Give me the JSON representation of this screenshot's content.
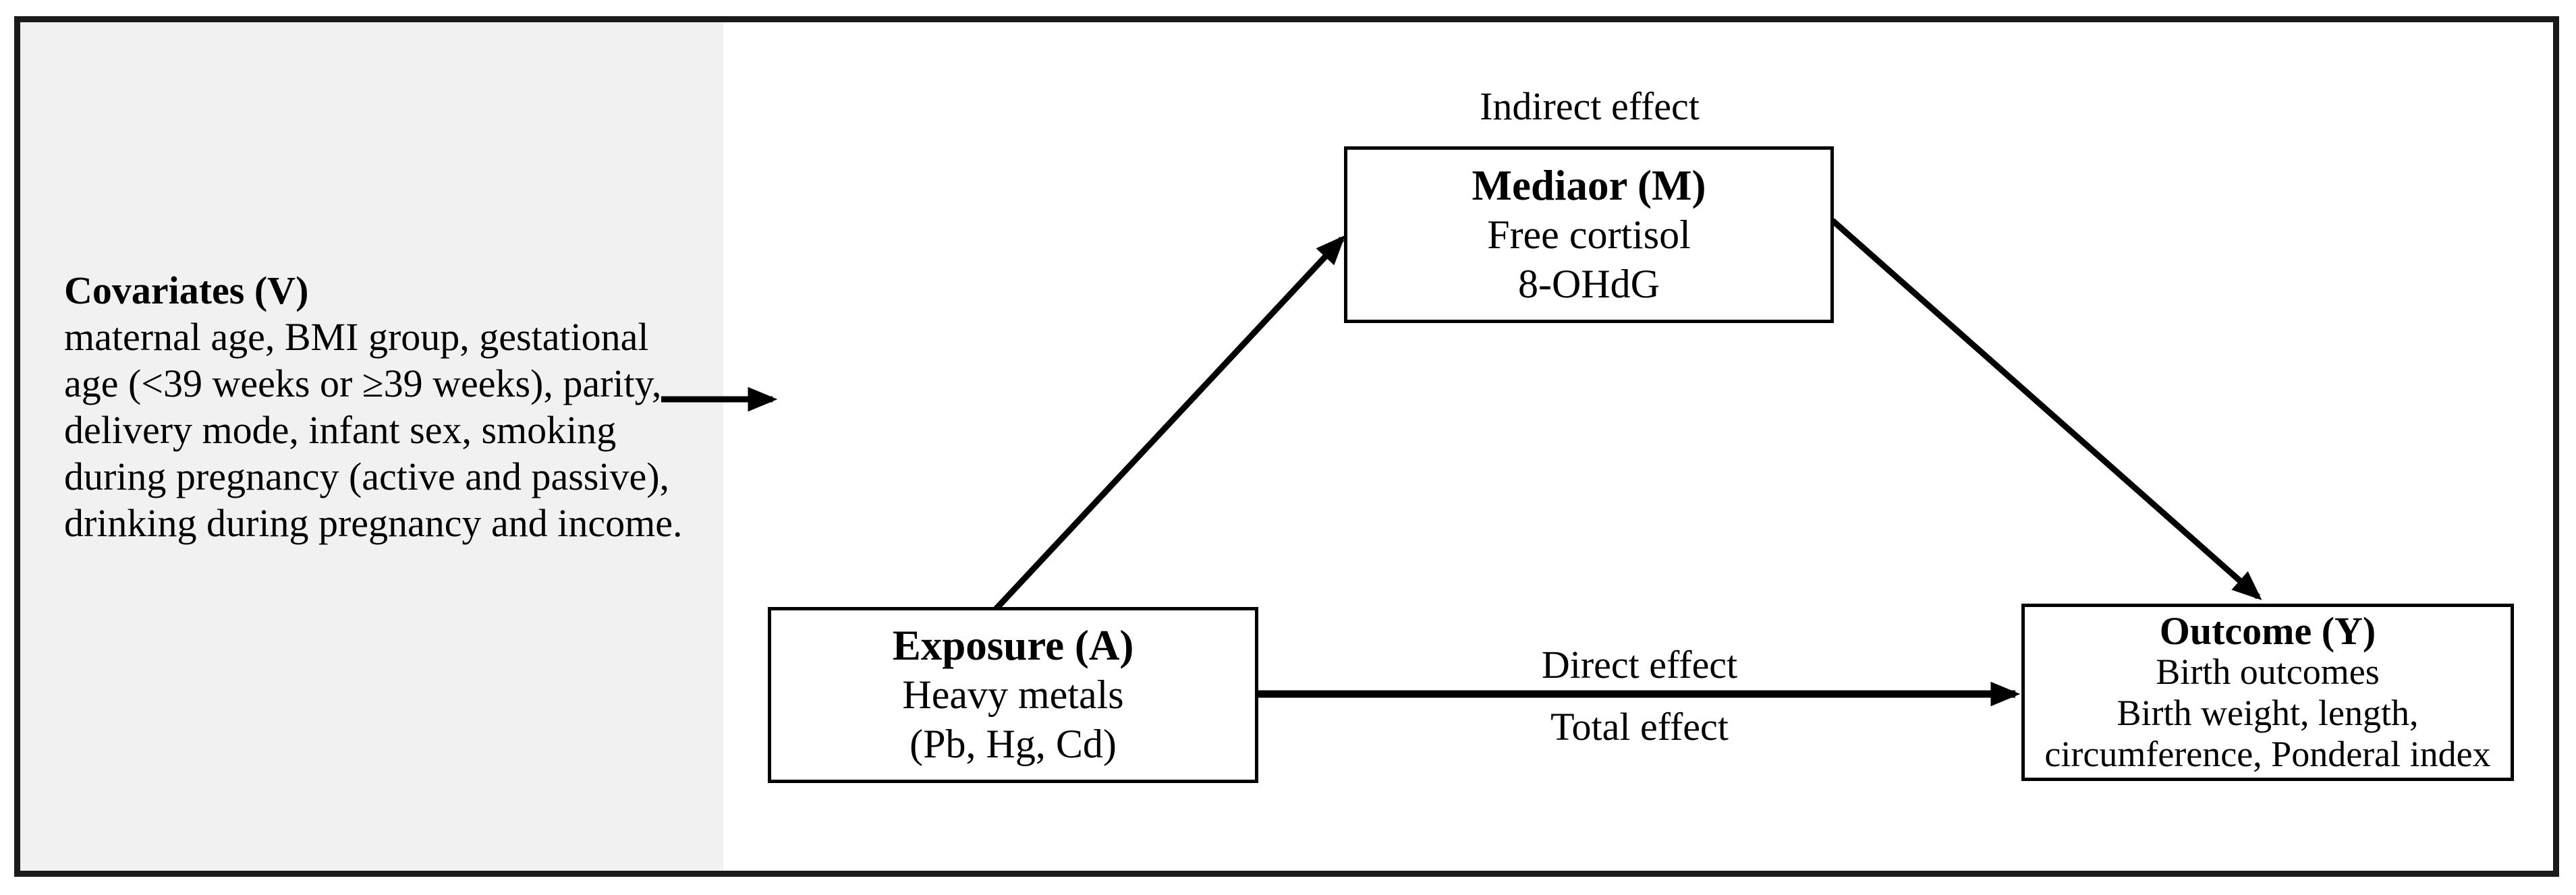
{
  "diagram": {
    "covariates": {
      "title": "Covariates (V)",
      "lines": [
        "maternal age, BMI group, gestational",
        "age (<39 weeks or ≥39 weeks), parity,",
        "delivery mode, infant sex, smoking",
        "during pregnancy (active and passive),",
        "drinking during pregnancy and income."
      ]
    },
    "mediator": {
      "title": "Mediaor (M)",
      "lines": [
        "Free cortisol",
        "8-OHdG"
      ]
    },
    "exposure": {
      "title": "Exposure (A)",
      "lines": [
        "Heavy metals",
        "(Pb, Hg, Cd)"
      ]
    },
    "outcome": {
      "title": "Outcome (Y)",
      "lines": [
        "Birth outcomes",
        "Birth weight, length,",
        "circumference, Ponderal index"
      ]
    },
    "labels": {
      "indirect": "Indirect effect",
      "direct": "Direct effect",
      "total": "Total effect"
    },
    "colors": {
      "ink": "#000000",
      "frame": "#1a1a1a",
      "panel": "#f1f1f1",
      "paper": "#ffffff"
    }
  }
}
